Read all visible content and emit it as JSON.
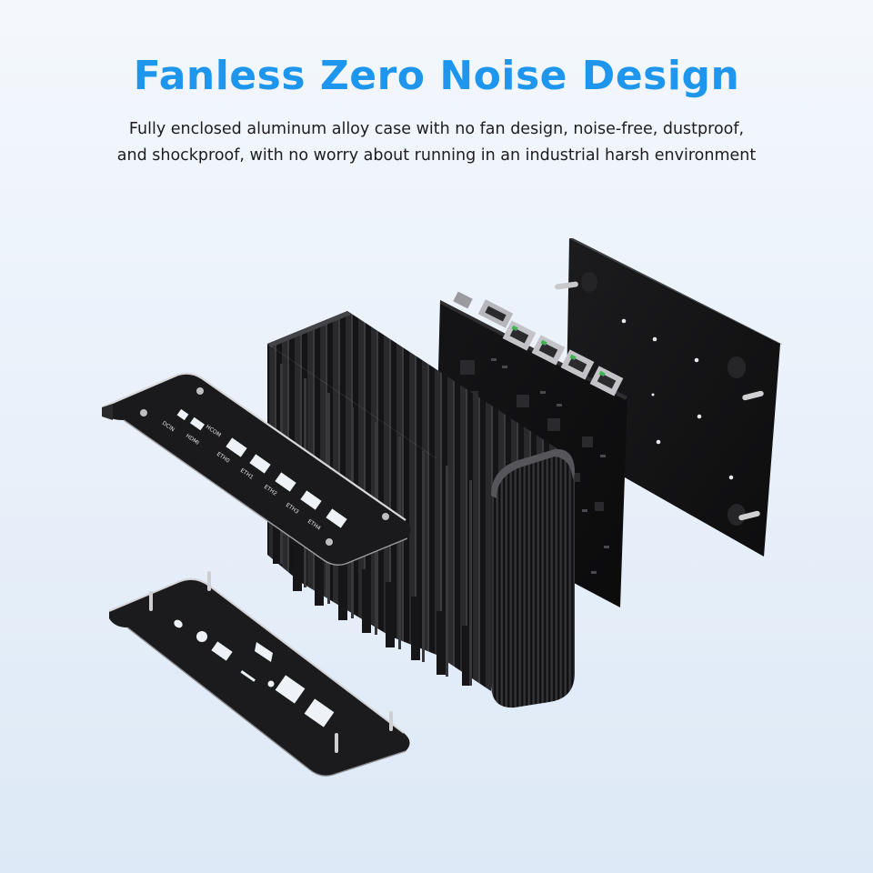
{
  "header": {
    "title": "Fanless Zero Noise Design",
    "description_line1": "Fully enclosed aluminum alloy case with no fan design, noise-free, dustproof,",
    "description_line2": "and shockproof, with no worry about running in an industrial harsh environment"
  },
  "io_plate_labels": {
    "dcin": "DCIN",
    "hdmi": "HDMI",
    "hcom": "HCOM",
    "eth0": "ETH0",
    "eth1": "ETH1",
    "eth2": "ETH2",
    "eth3": "ETH3",
    "eth4": "ETH4"
  },
  "colors": {
    "headline": "#1e96ee",
    "body_text": "#1d1d1f",
    "metal_dark": "#1b1b1d",
    "background_top": "#f4f8fd",
    "background_bottom": "#dde9f6"
  }
}
